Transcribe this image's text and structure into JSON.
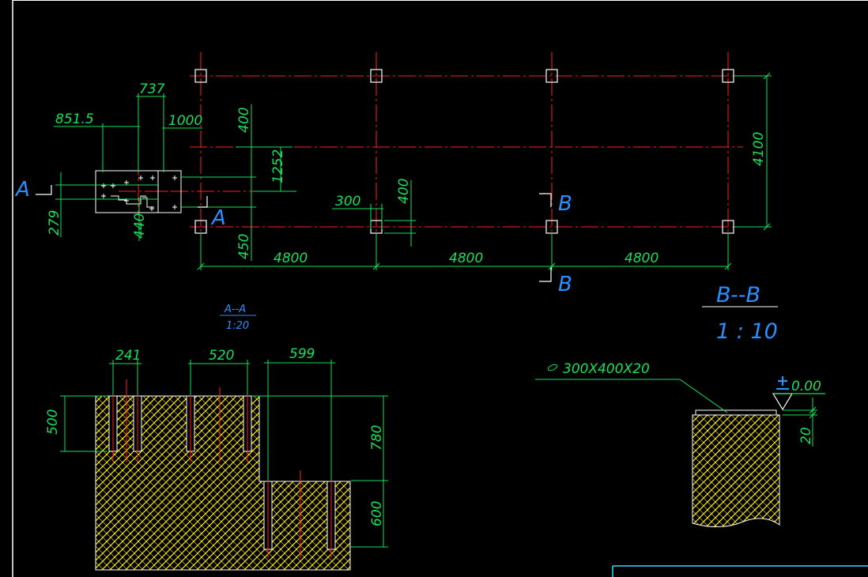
{
  "colors": {
    "background": "#000000",
    "frame": "#ffffff",
    "column": "#ffffff",
    "axis": "#ff2020",
    "dimension": "#19e05a",
    "label": "#2b8fff",
    "hatch": "#ffee00",
    "title_box": "#3ad6ff"
  },
  "plan": {
    "spans": [
      "4800",
      "4800",
      "4800"
    ],
    "total_width_dim": "4100",
    "pedestal": {
      "d737": "737",
      "d851": "851.5",
      "d1000": "1000",
      "d400_top": "400",
      "d1252": "1252",
      "d279": "279",
      "d440": "440",
      "d450": "450"
    },
    "column_dims": {
      "d300": "300",
      "d400": "400"
    },
    "section_marks": {
      "a_left": "A",
      "a_right": "A",
      "b_top": "B",
      "b_bottom": "B"
    }
  },
  "section_aa": {
    "title": "A--A",
    "scale": "1:20",
    "dims": {
      "d241": "241",
      "d520": "520",
      "d599": "599",
      "d500": "500",
      "d780": "780",
      "d600": "600"
    }
  },
  "section_bb": {
    "title": "B--B",
    "scale": "1 : 10",
    "plate_label": "300X400X20",
    "elevation": "0.00",
    "d20": "20"
  }
}
